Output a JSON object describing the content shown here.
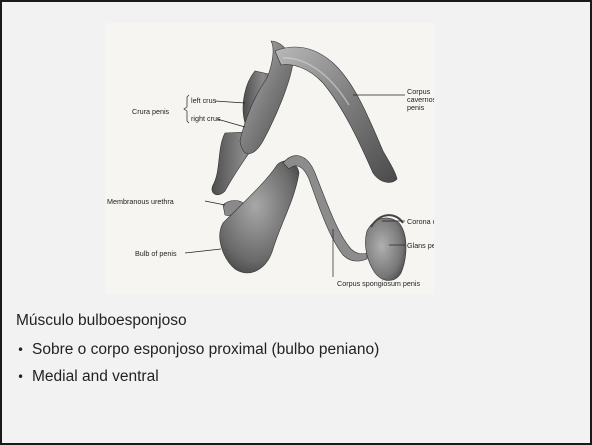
{
  "slide": {
    "heading": "Músculo bulboesponjoso",
    "bullets": [
      "Sobre o corpo esponjoso proximal (bulbo peniano)",
      "Medial and ventral"
    ]
  },
  "figure": {
    "labels": {
      "crura_penis": "Crura penis",
      "left_crus": "left crus",
      "right_crus": "right crus",
      "corpus_cavernosum_1": "Corpus",
      "corpus_cavernosum_2": "cavernosum",
      "corpus_cavernosum_3": "penis",
      "membranous_urethra": "Membranous urethra",
      "bulb_of_penis": "Bulb of penis",
      "corona_of_glans_penis": "Corona of glans penis",
      "glans_penis": "Glans penis",
      "corpus_spongiosum_penis": "Corpus spongiosum penis"
    }
  },
  "colors": {
    "slide_background": "#f2f2f2",
    "border": "#1a1a1a",
    "figure_background": "#f6f5f1",
    "text": "#222222"
  }
}
